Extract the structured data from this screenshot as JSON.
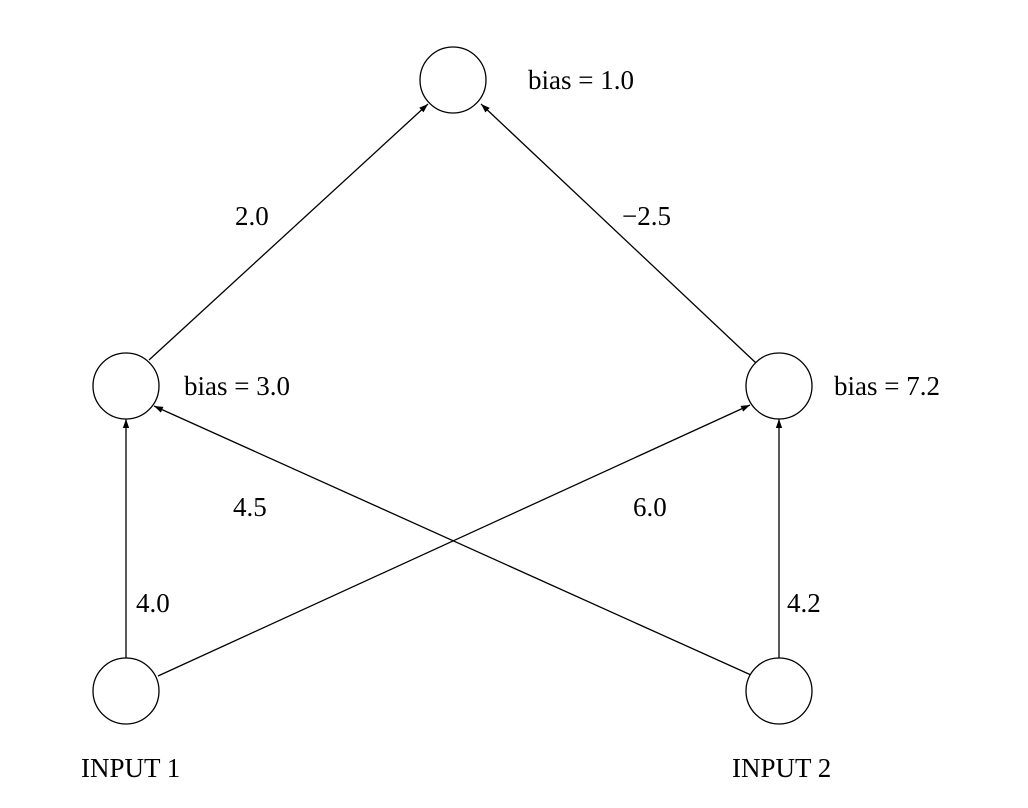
{
  "nodes": {
    "output": {
      "bias_label": "bias = 1.0"
    },
    "hidden_left": {
      "bias_label": "bias = 3.0"
    },
    "hidden_right": {
      "bias_label": "bias = 7.2"
    },
    "input_1": {
      "label": "INPUT 1"
    },
    "input_2": {
      "label": "INPUT 2"
    }
  },
  "edges": [
    {
      "from": "hidden_left",
      "to": "output",
      "weight": "2.0"
    },
    {
      "from": "hidden_right",
      "to": "output",
      "weight": "−2.5"
    },
    {
      "from": "input_1",
      "to": "hidden_left",
      "weight": "4.0"
    },
    {
      "from": "input_2",
      "to": "hidden_left",
      "weight": "4.5"
    },
    {
      "from": "input_1",
      "to": "hidden_right",
      "weight": "6.0"
    },
    {
      "from": "input_2",
      "to": "hidden_right",
      "weight": "4.2"
    }
  ]
}
